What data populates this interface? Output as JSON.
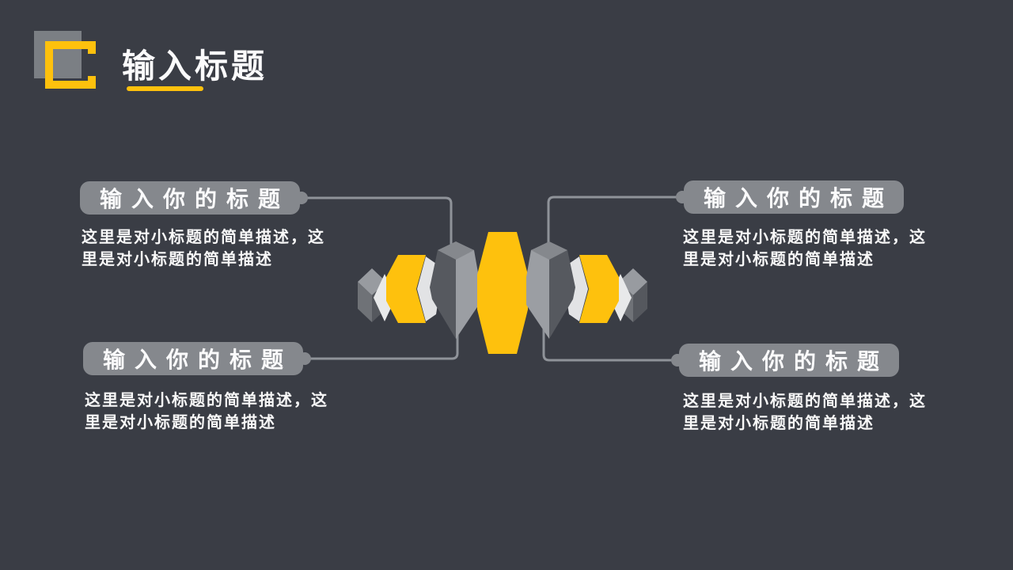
{
  "slide": {
    "background_color": "#3a3d45",
    "accent_color": "#fec10d",
    "pill_color": "#85888d",
    "connector_color": "#8f9399",
    "text_color": "#fbfbfc",
    "header": {
      "title": "输入标题",
      "icon": "square-bracket-icon"
    },
    "graphic": {
      "name": "3d-hexagon-row-graphic",
      "colors": {
        "yellow": "#fec10d",
        "light_gray": "#e8e9ea",
        "mid_gray": "#85888d",
        "dark_gray": "#56595f"
      }
    },
    "items": [
      {
        "position": "top-left",
        "title": "输入你的标题",
        "description": "这里是对小标题的简单描述，这里是对小标题的简单描述"
      },
      {
        "position": "top-right",
        "title": "输入你的标题",
        "description": "这里是对小标题的简单描述，这里是对小标题的简单描述"
      },
      {
        "position": "bottom-left",
        "title": "输入你的标题",
        "description": "这里是对小标题的简单描述，这里是对小标题的简单描述"
      },
      {
        "position": "bottom-right",
        "title": "输入你的标题",
        "description": "这里是对小标题的简单描述，这里是对小标题的简单描述"
      }
    ]
  }
}
